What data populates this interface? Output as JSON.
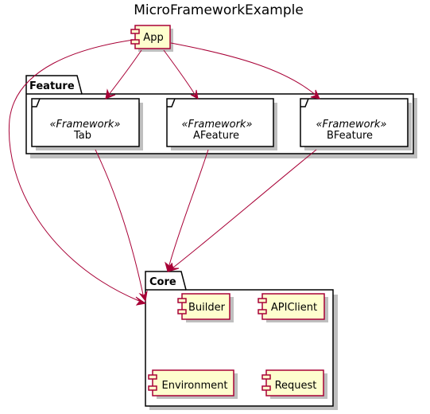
{
  "title": "MicroFrameworkExample",
  "app": {
    "label": "App"
  },
  "feature_package": {
    "label": "Feature",
    "frameworks": [
      {
        "stereotype": "«Framework»",
        "label": "Tab"
      },
      {
        "stereotype": "«Framework»",
        "label": "AFeature"
      },
      {
        "stereotype": "«Framework»",
        "label": "BFeature"
      }
    ]
  },
  "core_package": {
    "label": "Core",
    "components": [
      "Builder",
      "APIClient",
      "Environment",
      "Request"
    ]
  },
  "colors": {
    "edge": "#A80036",
    "component_fill": "#FEFECE",
    "component_border": "#A80036"
  }
}
